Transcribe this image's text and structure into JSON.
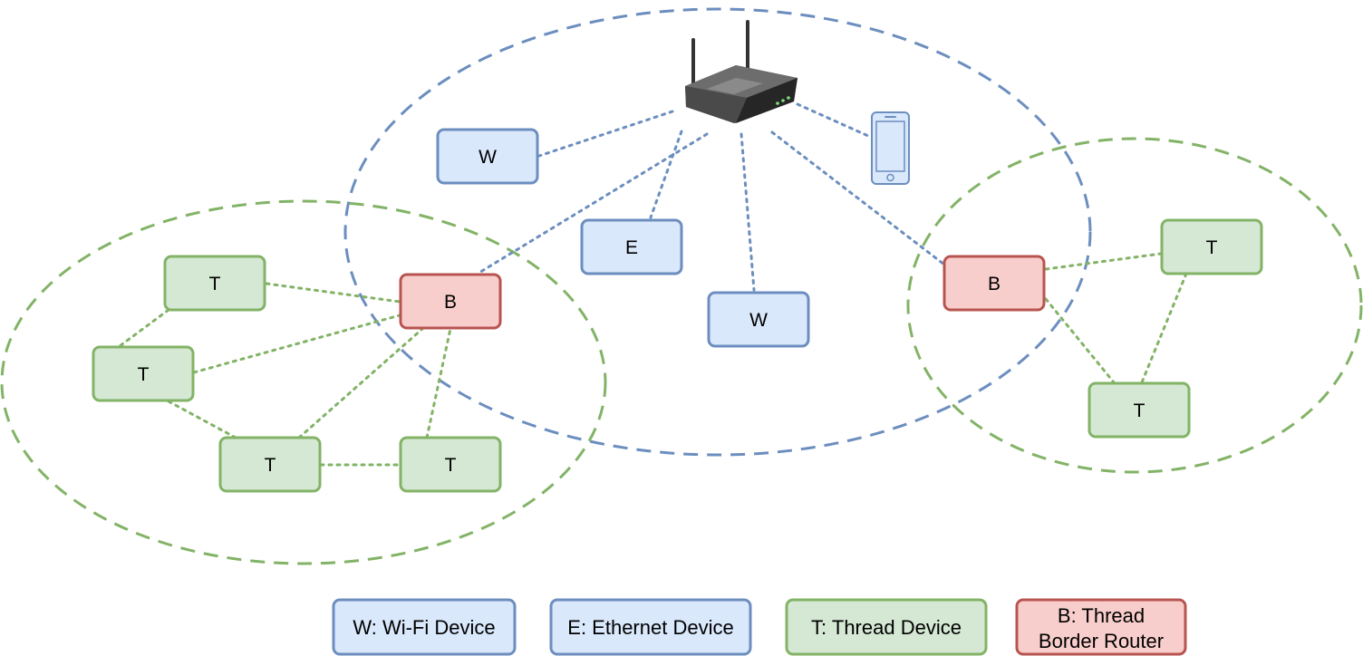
{
  "colors": {
    "wifi_fill": "#dae8fc",
    "wifi_stroke": "#6c8ebf",
    "thread_fill": "#d5e8d4",
    "thread_stroke": "#82b366",
    "border_fill": "#f8cecc",
    "border_stroke": "#b85450",
    "wifi_network_ring": "#6c8ebf",
    "thread_network_ring": "#82b366",
    "link_wifi": "#6c8ebf",
    "link_thread": "#82b366"
  },
  "icons": {
    "router": "wifi-router-icon",
    "phone": "smartphone-icon"
  },
  "nodes": {
    "wifi_1": "W",
    "ethernet_1": "E",
    "wifi_2": "W",
    "border_left": "B",
    "border_right": "B",
    "thread_left_top": "T",
    "thread_left_mid": "T",
    "thread_left_bottom_a": "T",
    "thread_left_bottom_b": "T",
    "thread_right_top": "T",
    "thread_right_bottom": "T"
  },
  "legend": {
    "wifi": "W: Wi-Fi Device",
    "ethernet": "E: Ethernet Device",
    "thread": "T: Thread Device",
    "border_line1": "B: Thread",
    "border_line2": "Border Router"
  }
}
